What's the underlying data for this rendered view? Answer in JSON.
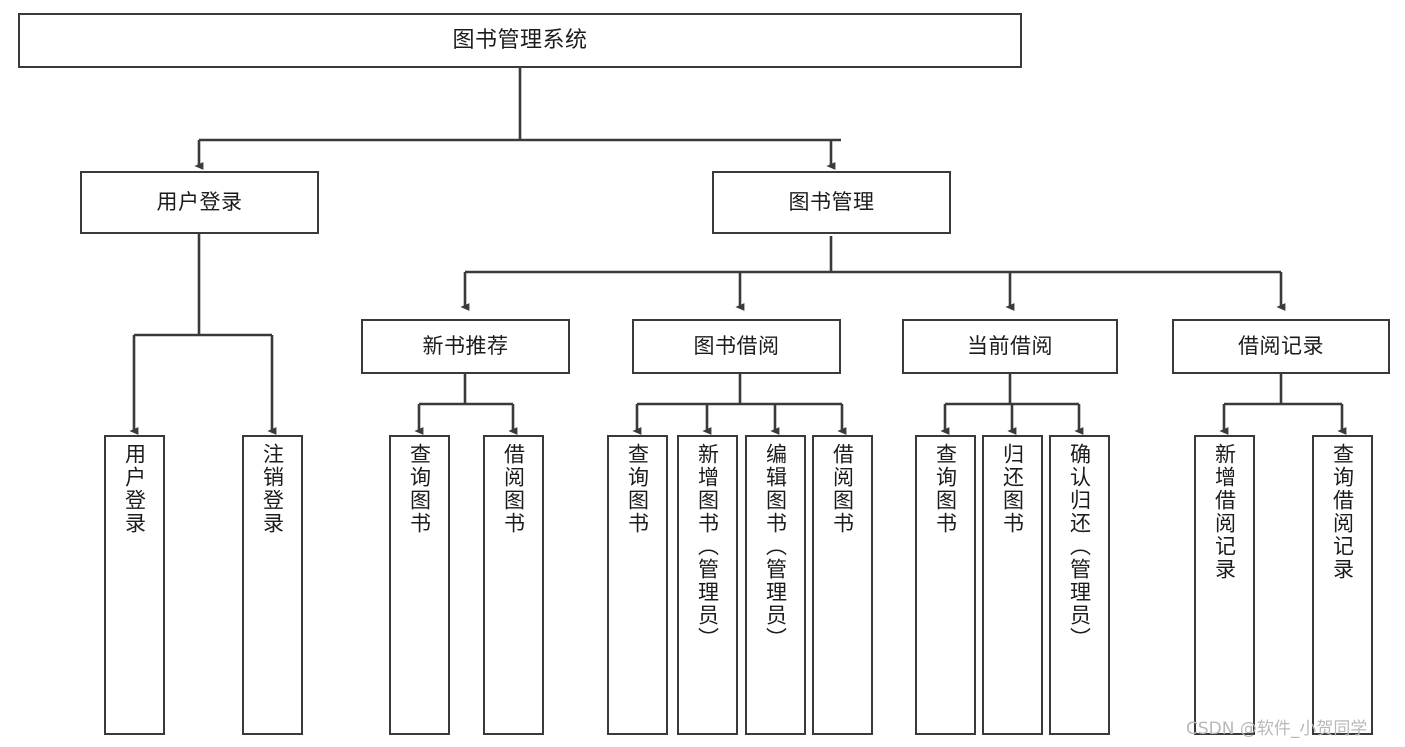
{
  "diagram": {
    "title": "图书管理系统",
    "type": "hierarchy-tree",
    "line_color": "#3a3a3a",
    "box_fill": "#ffffff",
    "text_color": "#1c1c1c",
    "levels": {
      "root": {
        "label": "图书管理系统"
      },
      "level2": [
        {
          "label": "用户登录"
        },
        {
          "label": "图书管理"
        }
      ],
      "level3": [
        {
          "label": "新书推荐"
        },
        {
          "label": "图书借阅"
        },
        {
          "label": "当前借阅"
        },
        {
          "label": "借阅记录"
        }
      ],
      "leaves": {
        "user_login": [
          {
            "label": "用户登录"
          },
          {
            "label": "注销登录"
          }
        ],
        "new_book_recommend": [
          {
            "label": "查询图书"
          },
          {
            "label": "借阅图书"
          }
        ],
        "book_borrow": [
          {
            "label": "查询图书"
          },
          {
            "label": "新增图书（管理员）"
          },
          {
            "label": "编辑图书（管理员）"
          },
          {
            "label": "借阅图书"
          }
        ],
        "current_borrow": [
          {
            "label": "查询图书"
          },
          {
            "label": "归还图书"
          },
          {
            "label": "确认归还（管理员）"
          }
        ],
        "borrow_record": [
          {
            "label": "新增借阅记录"
          },
          {
            "label": "查询借阅记录"
          }
        ]
      }
    }
  },
  "watermark": {
    "text": "CSDN @软件_小贺同学"
  }
}
